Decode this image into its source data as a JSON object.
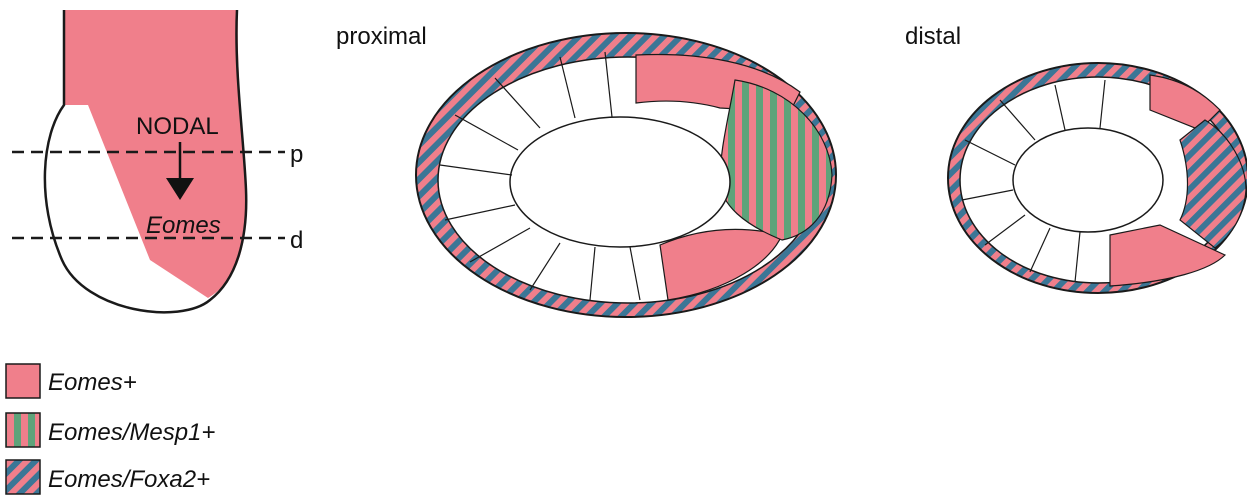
{
  "colors": {
    "eomes": "#f07f8b",
    "stripe_blue": "#3b7696",
    "stripe_green": "#5fa37a",
    "outline": "#1a1a1a"
  },
  "embryo": {
    "signal_label": "NODAL",
    "gene_label": "Eomes",
    "proximal_marker": "p",
    "distal_marker": "d"
  },
  "sections": {
    "proximal_title": "proximal",
    "distal_title": "distal"
  },
  "legend": [
    {
      "label": "Eomes+",
      "pattern": "solid"
    },
    {
      "label": "Eomes/Mesp1+",
      "pattern": "green-vertical-stripes"
    },
    {
      "label": "Eomes/Foxa2+",
      "pattern": "blue-diagonal-stripes"
    }
  ]
}
